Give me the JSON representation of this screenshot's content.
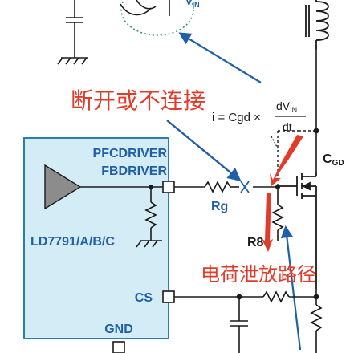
{
  "chip": {
    "pin_pfcdriver": "PFCDRIVER",
    "pin_fbdriver": "FBDRIVER",
    "part_number": "LD7791/A/B/C",
    "pin_cs": "CS",
    "pin_gnd": "GND",
    "fill_color": "#d4ecf6",
    "border_color": "#2a7fa8"
  },
  "components": {
    "rg": "Rg",
    "r8": "R8",
    "cgd": "C",
    "cgd_sub": "GD",
    "vin_sub": "IN"
  },
  "formula": {
    "lhs": "i = Cgd ×",
    "numerator": "dV",
    "numerator_sub": "IN",
    "denominator": "dt"
  },
  "annotations": {
    "disconnect": "断开或不连接",
    "discharge_path": "电荷泄放路径",
    "annotation_color": "#e23b2a",
    "arrow_color": "#1f5fa8"
  },
  "colors": {
    "wire": "#1a1a1a",
    "label_blue": "#1f5fa8",
    "dotted_circle": "#2e9e5a"
  }
}
